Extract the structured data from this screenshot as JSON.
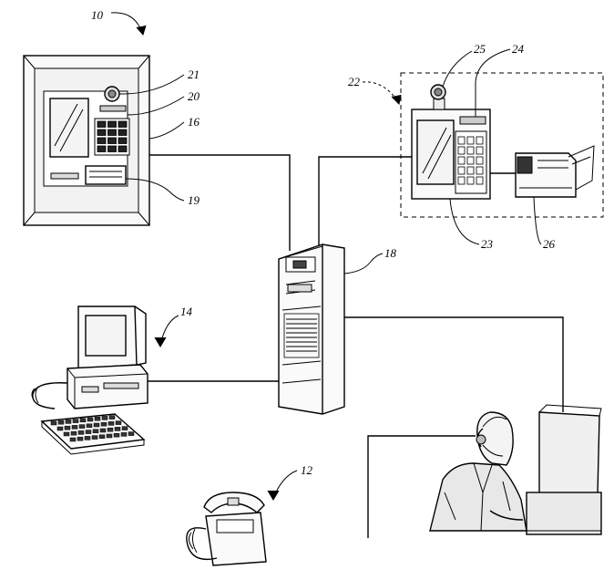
{
  "figure": {
    "labels": {
      "atm": "10",
      "telephone": "12",
      "computer": "14",
      "atm_panel": "16",
      "server": "18",
      "card_slot": "19",
      "atm_keypad": "20",
      "atm_camera": "21",
      "kiosk": "22",
      "kiosk_terminal": "23",
      "kiosk_card_reader": "24",
      "kiosk_camera": "25",
      "printer": "26"
    }
  }
}
